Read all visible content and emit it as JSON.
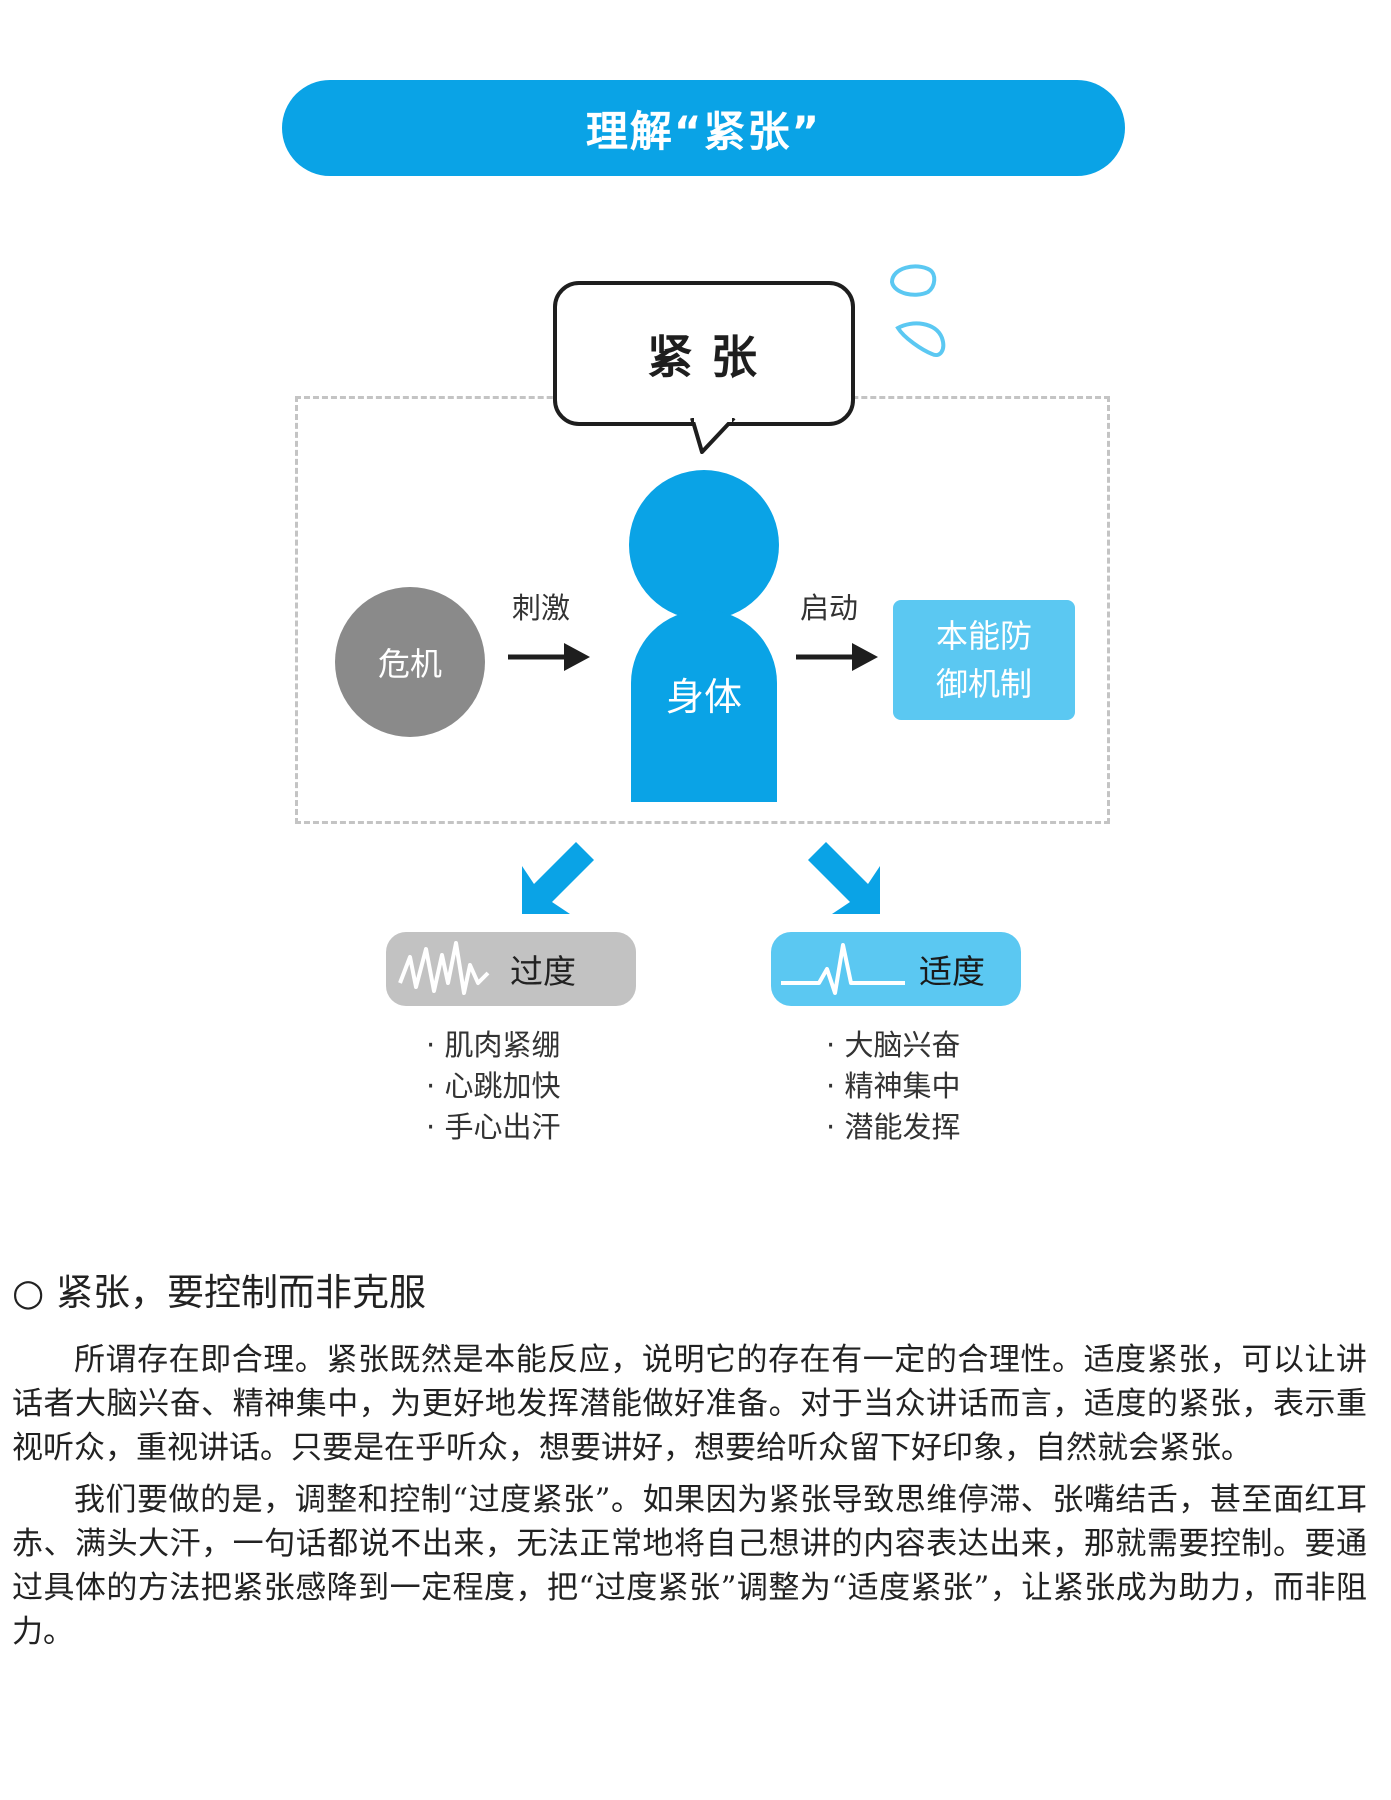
{
  "banner": {
    "title": "理解“紧张”"
  },
  "diagram": {
    "bubble_text": "紧张",
    "crisis": "危机",
    "stimulus_label": "刺激",
    "body_label": "身体",
    "start_label": "启动",
    "defense_line1": "本能防",
    "defense_line2": "御机制",
    "excessive": {
      "label": "过度",
      "items": [
        "肌肉紧绷",
        "心跳加快",
        "手心出汗"
      ]
    },
    "moderate": {
      "label": "适度",
      "items": [
        "大脑兴奋",
        "精神集中",
        "潜能发挥"
      ]
    },
    "colors": {
      "accent": "#0aa3e6",
      "light_accent": "#5bc8f2",
      "gray": "#8a8a8a",
      "light_gray": "#c2c2c2"
    }
  },
  "article": {
    "section_title": "○ 紧张，要控制而非克服",
    "paragraphs": [
      "所谓存在即合理。紧张既然是本能反应，说明它的存在有一定的合理性。适度紧张，可以让讲话者大脑兴奋、精神集中，为更好地发挥潜能做好准备。对于当众讲话而言，适度的紧张，表示重视听众，重视讲话。只要是在乎听众，想要讲好，想要给听众留下好印象，自然就会紧张。",
      "我们要做的是，调整和控制“过度紧张”。如果因为紧张导致思维停滞、张嘴结舌，甚至面红耳赤、满头大汗，一句话都说不出来，无法正常地将自己想讲的内容表达出来，那就需要控制。要通过具体的方法把紧张感降到一定程度，把“过度紧张”调整为“适度紧张”，让紧张成为助力，而非阻力。"
    ]
  }
}
